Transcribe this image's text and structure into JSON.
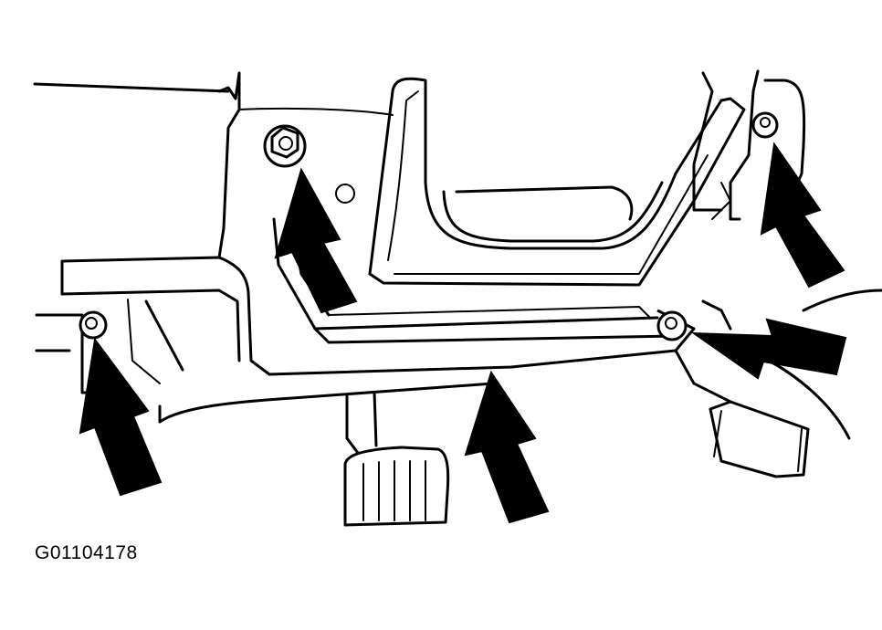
{
  "figure": {
    "code": "G01104178",
    "arrows": [
      "fastener",
      "fastener",
      "fastener",
      "fastener",
      "bracket-edge"
    ],
    "colors": {
      "ink": "#000000",
      "paper": "#ffffff"
    }
  }
}
